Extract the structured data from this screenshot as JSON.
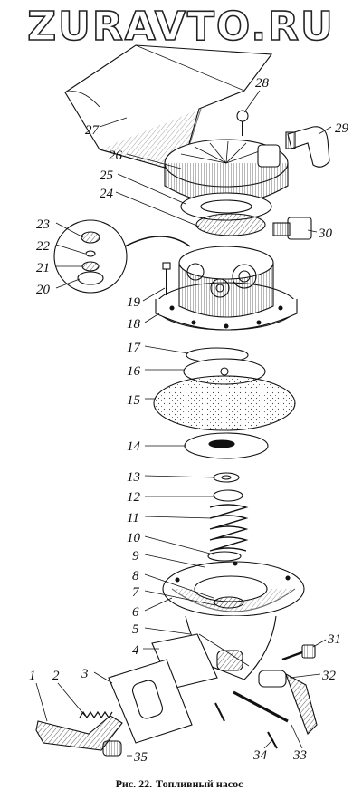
{
  "watermark": "ZURAVTO.RU",
  "caption": {
    "prefix": "Рис. 22.",
    "text": "Топливный насос"
  },
  "labels": {
    "l1": "1",
    "l2": "2",
    "l3": "3",
    "l4": "4",
    "l5": "5",
    "l6": "6",
    "l7": "7",
    "l8": "8",
    "l9": "9",
    "l10": "10",
    "l11": "11",
    "l12": "12",
    "l13": "13",
    "l14": "14",
    "l15": "15",
    "l16": "16",
    "l17": "17",
    "l18": "18",
    "l19": "19",
    "l20": "20",
    "l21": "21",
    "l22": "22",
    "l23": "23",
    "l24": "24",
    "l25": "25",
    "l26": "26",
    "l27": "27",
    "l28": "28",
    "l29": "29",
    "l30": "30",
    "l31": "31",
    "l32": "32",
    "l33": "33",
    "l34": "34",
    "l35": "35"
  }
}
